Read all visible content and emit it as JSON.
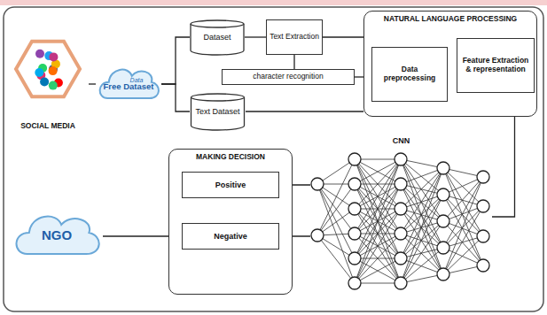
{
  "diagram": {
    "nodes": [
      {
        "text": [
          "SOCIAL MEDIA"
        ]
      },
      {
        "text": [
          "Data",
          "Free Dataset"
        ]
      },
      {
        "text": [
          "Dataset"
        ]
      },
      {
        "text": [
          "Text Extraction"
        ]
      },
      {
        "text": [
          "character recognition"
        ]
      },
      {
        "text": [
          "Text Dataset"
        ]
      },
      {
        "text": [
          "NATURAL LANGUAGE PROCESSING"
        ]
      },
      {
        "text": [
          "Data preprocessing"
        ],
        "in": 6
      },
      {
        "text": [
          "Feature Extraction & representation"
        ],
        "in": 6
      },
      {
        "text": [
          "CNN"
        ]
      },
      {
        "text": [
          "MAKING DECISION"
        ]
      },
      {
        "text": [
          "Positive"
        ],
        "in": 10
      },
      {
        "text": [
          "Negative"
        ],
        "in": 10
      },
      {
        "text": [
          "NGO"
        ]
      }
    ],
    "edges": [
      {
        "from": 0,
        "to": 1,
        "arrow": "none"
      },
      {
        "from": 1,
        "to": 2,
        "arrow": "none"
      },
      {
        "from": 1,
        "to": 5,
        "arrow": "none"
      },
      {
        "from": 2,
        "to": 3,
        "arrow": "none"
      },
      {
        "from": 3,
        "to": 4,
        "arrow": "none"
      },
      {
        "from": 3,
        "to": 6,
        "arrow": "none"
      },
      {
        "from": 4,
        "to": 6,
        "arrow": "none"
      },
      {
        "from": 5,
        "to": 6,
        "arrow": "none"
      },
      {
        "from": 7,
        "to": 8,
        "arrow": "to"
      },
      {
        "from": 6,
        "to": 9,
        "arrow": "none"
      },
      {
        "from": 9,
        "to": 11,
        "arrow": "none"
      },
      {
        "from": 9,
        "to": 12,
        "arrow": "none"
      },
      {
        "from": 12,
        "to": 13,
        "arrow": "none"
      }
    ]
  }
}
